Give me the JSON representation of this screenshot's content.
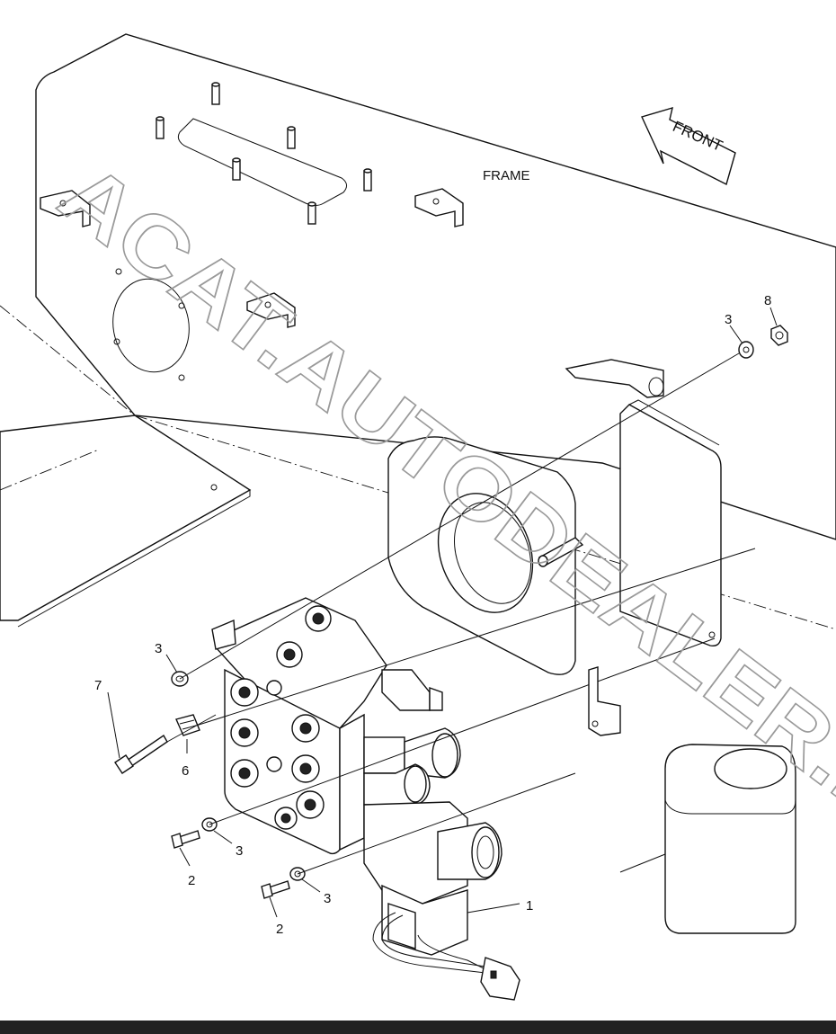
{
  "labels": {
    "frame": "FRAME",
    "front": "FRONT"
  },
  "watermark": "ACAT.AUTODEALER.RU",
  "callouts": {
    "c1": "1",
    "c2a": "2",
    "c2b": "2",
    "c3a": "3",
    "c3b": "3",
    "c3c": "3",
    "c3d": "3",
    "c6": "6",
    "c7": "7",
    "c8": "8"
  }
}
